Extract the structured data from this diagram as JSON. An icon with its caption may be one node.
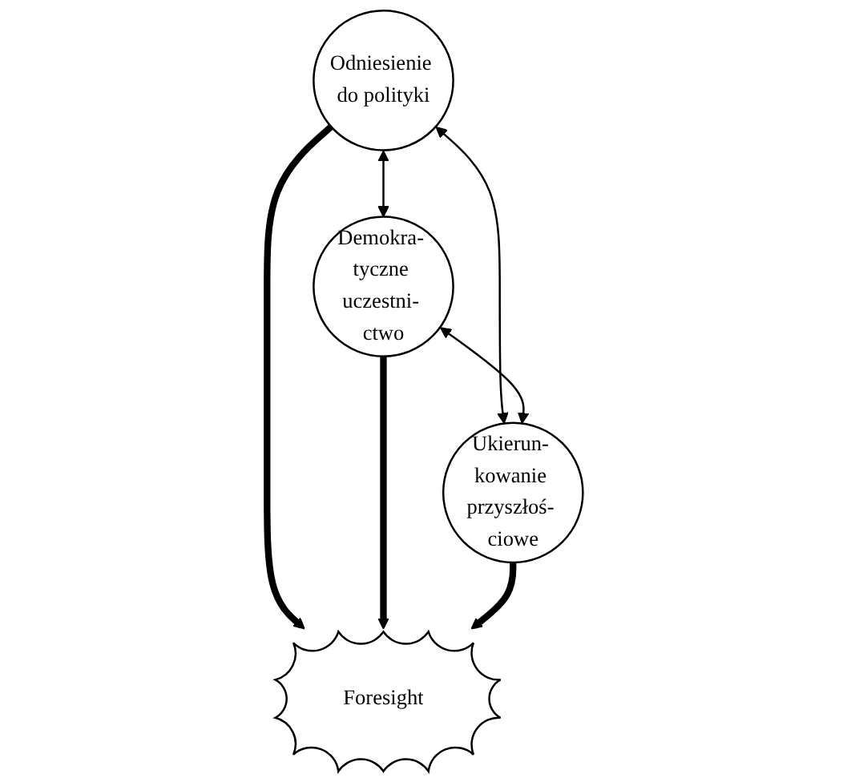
{
  "diagram": {
    "nodes": [
      {
        "text": [
          "Odniesienie do polityki"
        ]
      },
      {
        "text": [
          "Foresight"
        ]
      },
      {
        "text": [
          "Demokra- tyczne uczestni- ctwo"
        ]
      },
      {
        "text": [
          "Ukierun- kowanie przyszłoś- ciowe"
        ]
      }
    ],
    "edges": [
      {
        "from": 0,
        "to": 2,
        "arrow": "both"
      },
      {
        "from": 0,
        "to": 3,
        "arrow": "both"
      },
      {
        "from": 2,
        "to": 3,
        "arrow": "both"
      },
      {
        "from": 0,
        "to": 1,
        "arrow": "to",
        "style": "thick"
      },
      {
        "from": 2,
        "to": 1,
        "arrow": "to",
        "style": "thick"
      },
      {
        "from": 3,
        "to": 1,
        "arrow": "to",
        "style": "thick"
      }
    ]
  }
}
